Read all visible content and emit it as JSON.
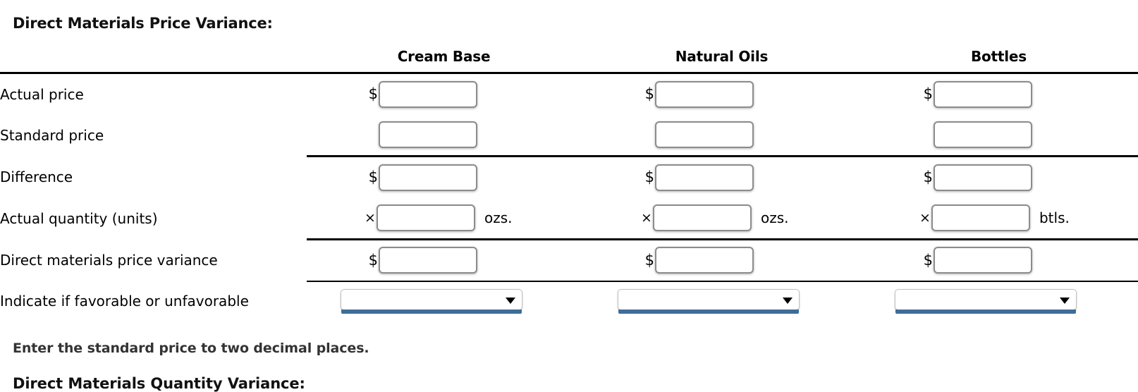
{
  "section": {
    "title": "Direct Materials Price Variance:"
  },
  "table": {
    "columns": [
      {
        "header": "Cream Base",
        "unit": "ozs."
      },
      {
        "header": "Natural Oils",
        "unit": "ozs."
      },
      {
        "header": "Bottles",
        "unit": "btls."
      }
    ],
    "rows": [
      {
        "label": "Actual price",
        "symbol": "$",
        "cells": [
          {
            "value": "",
            "placeholder": ""
          },
          {
            "value": "",
            "placeholder": ""
          },
          {
            "value": "",
            "placeholder": ""
          }
        ]
      },
      {
        "label": "Standard price",
        "symbol": "",
        "cells": [
          {
            "value": "",
            "placeholder": ""
          },
          {
            "value": "",
            "placeholder": ""
          },
          {
            "value": "",
            "placeholder": ""
          }
        ]
      },
      {
        "label": "Difference",
        "symbol": "$",
        "cells": [
          {
            "value": "",
            "placeholder": ""
          },
          {
            "value": "",
            "placeholder": ""
          },
          {
            "value": "",
            "placeholder": ""
          }
        ]
      },
      {
        "label": "Actual quantity (units)",
        "symbol": "×",
        "cells": [
          {
            "value": "",
            "placeholder": ""
          },
          {
            "value": "",
            "placeholder": ""
          },
          {
            "value": "",
            "placeholder": ""
          }
        ]
      },
      {
        "label": "Direct materials price variance",
        "symbol": "$",
        "cells": [
          {
            "value": "",
            "placeholder": ""
          },
          {
            "value": "",
            "placeholder": ""
          },
          {
            "value": "",
            "placeholder": ""
          }
        ]
      }
    ],
    "select_row": {
      "label": "Indicate if favorable or unfavorable",
      "selects": [
        {
          "value": ""
        },
        {
          "value": ""
        },
        {
          "value": ""
        }
      ]
    }
  },
  "notes": {
    "instruction": "Enter the standard price to two decimal places.",
    "next_section": "Direct Materials Quantity Variance:"
  },
  "colors": {
    "rule": "#000000",
    "select_underline": "#3f6d99",
    "input_border": "#8c8c8c",
    "note_text": "#333333"
  }
}
